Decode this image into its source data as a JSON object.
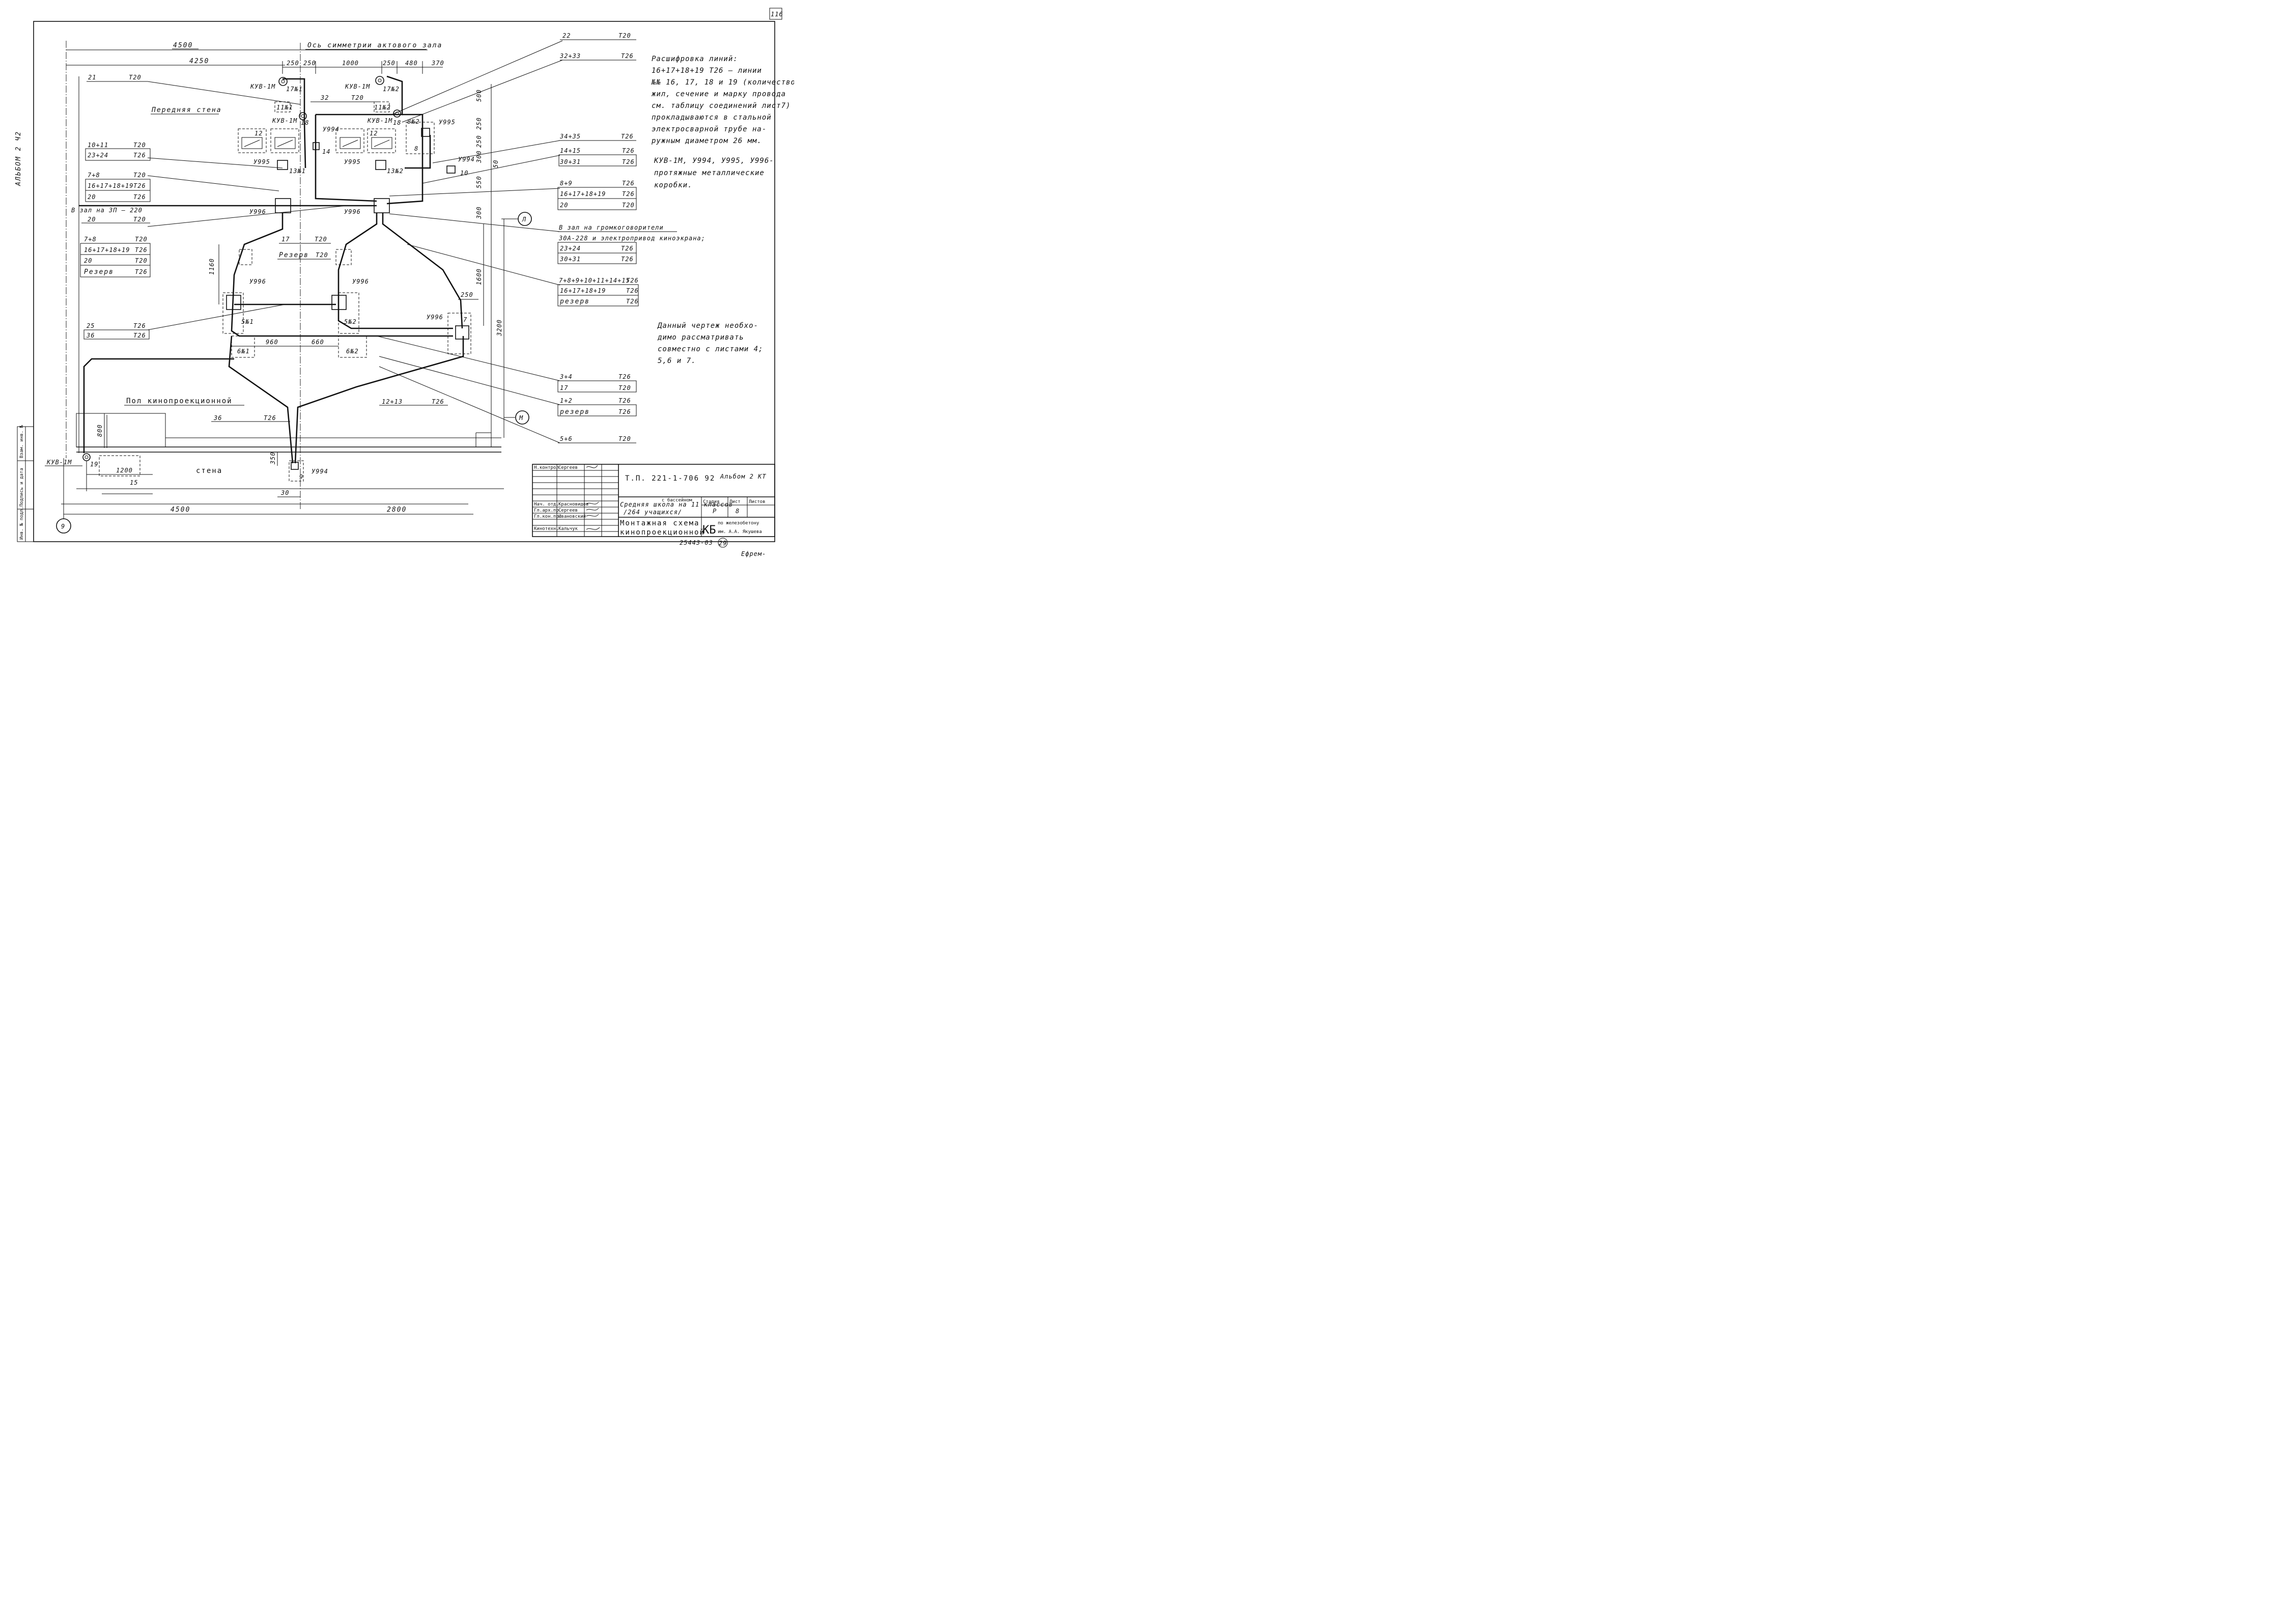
{
  "sheet_no": "116",
  "side_album": "АЛЬБОМ 2 Ч2",
  "axis_title": "Ось симметрии актового зала",
  "dims": {
    "d4500_top": "4500",
    "d4250": "4250",
    "d250a": "250",
    "d250b": "250",
    "d1000": "1000",
    "d250c": "250",
    "d480": "480",
    "d370": "370",
    "v500": "500",
    "v250a": "250",
    "v250b": "250",
    "v300a": "300",
    "v50": "50",
    "v550": "550",
    "v300b": "300",
    "v1600": "1600",
    "v3200": "3200",
    "v1160": "1160",
    "h250": "250",
    "h960": "960",
    "h660": "660",
    "v800": "800",
    "v350": "350",
    "h1200": "1200",
    "h15": "15",
    "h30": "30",
    "b4500": "4500",
    "b2800": "2800"
  },
  "walls": {
    "front": "Передняя стена",
    "floor": "Пол кинопроекционной",
    "wall": "стена",
    "to_hall_panel": "В зал на ЗП — 220"
  },
  "boxes": {
    "kuv1": "КУВ-1М",
    "kuv2": "КУВ-1М",
    "kuv3": "КУВ-1М",
    "kuv4": "КУВ-1М",
    "kuv5": "КУВ-1М",
    "u994a": "У994",
    "u994b": "У994",
    "u994c": "У994",
    "u994d": "У994",
    "u995a": "У995",
    "u995b": "У995",
    "u995c": "У995",
    "u996a": "У996",
    "u996b": "У996",
    "u996c": "У996",
    "u996d": "У996",
    "u996e": "У996"
  },
  "marks": {
    "m17n1": "17№1",
    "m17n2": "17№2",
    "m11n1": "11№1",
    "m11n2": "11№2",
    "m18a": "18",
    "m18b": "18",
    "m13n1": "13№1",
    "m13n2": "13№2",
    "m12a": "12",
    "m12b": "12",
    "m14": "14",
    "m8n2": "8№2",
    "m8": "8",
    "m10": "10",
    "m5n1": "5№1",
    "m5n2": "5№2",
    "m6n1": "6№1",
    "m6n2": "6№2",
    "m7": "7",
    "m19": "19",
    "m9": "9",
    "mL": "Л",
    "mM": "М",
    "ax9": "9",
    "r17": "17",
    "r17t": "Т20",
    "rezerv": "Резерв",
    "rezervt": "Т20"
  },
  "left_labels": [
    {
      "name": "21",
      "type": "Т20"
    },
    {
      "name": "32",
      "type": "Т20"
    },
    {
      "name": "10+11",
      "type": "Т20"
    },
    {
      "name": "23+24",
      "type": "Т26"
    },
    {
      "name": "7+8",
      "type": "Т20"
    },
    {
      "name": "16+17+18+19",
      "type": "Т26"
    },
    {
      "name": "20",
      "type": "Т26"
    },
    {
      "name": "20",
      "type": "Т20"
    },
    {
      "name": "7+8",
      "type": "Т20"
    },
    {
      "name": "16+17+18+19",
      "type": "Т26"
    },
    {
      "name": "20",
      "type": "Т20"
    },
    {
      "name": "Резерв",
      "type": "Т26"
    },
    {
      "name": "25",
      "type": "Т26"
    },
    {
      "name": "36",
      "type": "Т26"
    },
    {
      "name": "36",
      "type": "Т26"
    },
    {
      "name": "12+13",
      "type": "Т26"
    }
  ],
  "right_labels": [
    {
      "name": "22",
      "type": "Т20"
    },
    {
      "name": "32+33",
      "type": "Т26"
    },
    {
      "name": "34+35",
      "type": "Т26"
    },
    {
      "name": "14+15",
      "type": "Т26"
    },
    {
      "name": "30+31",
      "type": "Т26"
    },
    {
      "name": "8+9",
      "type": "Т26"
    },
    {
      "name": "16+17+18+19",
      "type": "Т26"
    },
    {
      "name": "20",
      "type": "Т20"
    },
    {
      "name": "23+24",
      "type": "Т26"
    },
    {
      "name": "30+31",
      "type": "Т26"
    },
    {
      "name": "7+8+9+10+11+14+15",
      "type": "Т26"
    },
    {
      "name": "16+17+18+19",
      "type": "Т26"
    },
    {
      "name": "резерв",
      "type": "Т26"
    },
    {
      "name": "3+4",
      "type": "Т26"
    },
    {
      "name": "17",
      "type": "Т20"
    },
    {
      "name": "1+2",
      "type": "Т26"
    },
    {
      "name": "резерв",
      "type": "Т26"
    },
    {
      "name": "5+6",
      "type": "Т20"
    }
  ],
  "speakers_head1": "В зал на громкоговорители",
  "speakers_head2": "30А-228 и электропривод киноэкрана;",
  "legend": [
    "Расшифровка линий:",
    "16+17+18+19    Т26 — линии",
    "№№ 16, 17, 18 и 19 (количество",
    "жил, сечение и марку провода",
    "см. таблицу соединений лист7)",
    "прокладываются в стальной",
    "электросварной трубе на-",
    "ружным диаметром 26 мм."
  ],
  "note2": [
    "КУВ-1М, У994, У995, У996-",
    "протяжные металлические",
    "коробки."
  ],
  "note3": [
    "Данный чертеж необхо-",
    "димо рассматривать",
    "совместно с листами 4;",
    "5,6 и 7."
  ],
  "title_block": {
    "code": "Т.П. 221-1-706 92",
    "album": "Альбом 2 КТ",
    "project": "Средняя школа на 11 классов",
    "project2": "/264 учащихся/",
    "project3": "с бассейном",
    "sheet_title": "Монтажная схема",
    "sheet_title2": "кинопроекционной",
    "stage_h": "Стадия",
    "sheet_h": "Лист",
    "sheets_h": "Листов",
    "stage": "Р",
    "sheet": "8",
    "kb": "КБ",
    "org1": "по железобетону",
    "org2": "им. А.А. Якушева",
    "roles": [
      {
        "role": "Н.контрол",
        "name": "Сергеев"
      },
      {
        "role": "Нач. отд.",
        "name": "Красновидов"
      },
      {
        "role": "Гл.арх.пр.",
        "name": "Сергеев"
      },
      {
        "role": "Гл.кон.пр.",
        "name": "Ивановский"
      },
      {
        "role": "Кинотехн.",
        "name": "Кальчук"
      }
    ],
    "stamp_cols": [
      "Инв. № подл.",
      "Подпись и дата",
      "Взам. инв. №"
    ]
  },
  "inventory": "25443-03",
  "page_circle": "29",
  "signature": "Ефрем-"
}
